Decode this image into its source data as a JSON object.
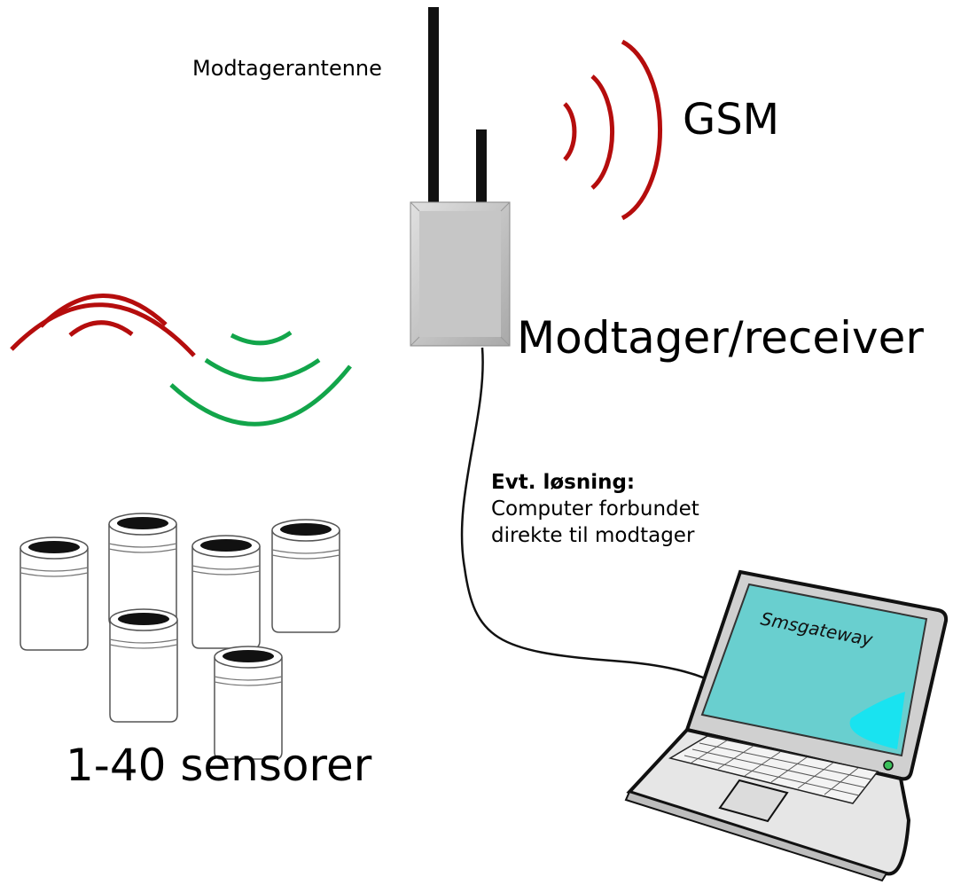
{
  "labels": {
    "antenna": "Modtagerantenne",
    "gsm": "GSM",
    "receiver": "Modtager/receiver",
    "sensors": "1-40 sensorer",
    "laptop_screen": "Smsgateway"
  },
  "note": {
    "heading": "Evt. løsning:",
    "line1": "Computer forbundet",
    "line2": "direkte til modtager"
  },
  "colors": {
    "gsm_waves": "#b50d0d",
    "red_waves": "#b50d0d",
    "green_waves": "#12a54a",
    "screen": "#69cfcf",
    "receiver_box": "#c6c6c6"
  },
  "sensor_count_drawn": 6
}
